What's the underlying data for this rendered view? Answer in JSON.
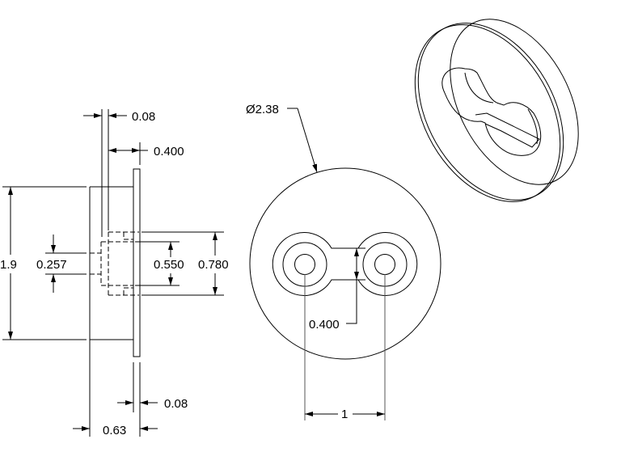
{
  "side_view": {
    "dims": {
      "top_thickness": "0.08",
      "flange_offset": "0.400",
      "overall_height": "1.9",
      "inner_slot": "0.257",
      "counterbore_inner": "0.550",
      "counterbore_outer": "0.780",
      "bottom_thickness": "0.08",
      "overall_depth": "0.63"
    }
  },
  "front_view": {
    "dims": {
      "diameter": "Ø2.38",
      "neck_width": "0.400",
      "hole_spacing": "1"
    }
  },
  "iso_view": {}
}
